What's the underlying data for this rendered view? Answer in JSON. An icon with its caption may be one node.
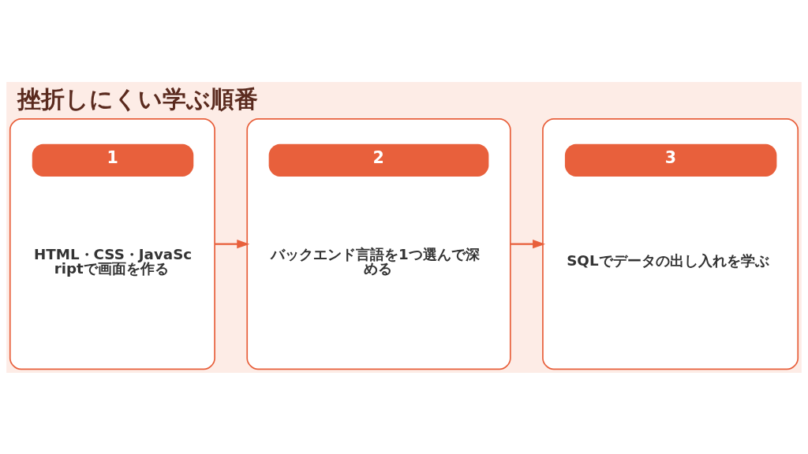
{
  "diagram": {
    "title": "挫折しにくい学ぶ順番",
    "nodes": [
      {
        "text": [
          "1",
          "HTML・CSS・JavaScriptで画面を作る"
        ]
      },
      {
        "text": [
          "2",
          "バックエンド言語を1つ選んで深める"
        ]
      },
      {
        "text": [
          "3",
          "SQLでデータの出し入れを学ぶ"
        ]
      }
    ],
    "edges": [
      {
        "from": 0,
        "to": 1,
        "arrow": "to"
      },
      {
        "from": 1,
        "to": 2,
        "arrow": "to"
      }
    ]
  }
}
